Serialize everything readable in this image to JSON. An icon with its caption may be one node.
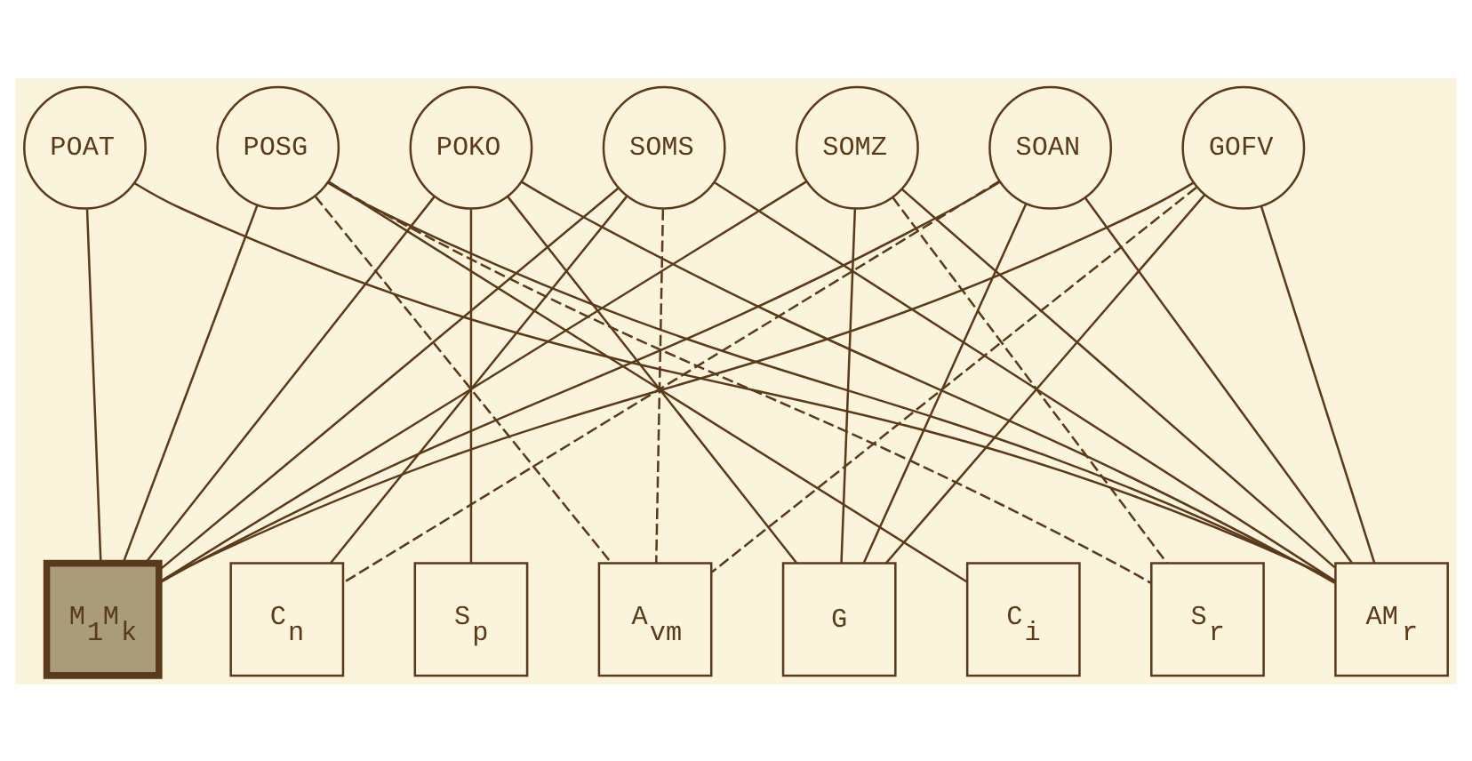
{
  "diagram": {
    "nodes": [
      {
        "text": [
          "POAT"
        ]
      },
      {
        "text": [
          "POSG"
        ]
      },
      {
        "text": [
          "POKO"
        ]
      },
      {
        "text": [
          "SOMS"
        ]
      },
      {
        "text": [
          "SOMZ"
        ]
      },
      {
        "text": [
          "SOAN"
        ]
      },
      {
        "text": [
          "GOFV"
        ]
      },
      {
        "text": [
          "M$_{1}$M$_{k}$"
        ]
      },
      {
        "text": [
          "C$_{n}$"
        ]
      },
      {
        "text": [
          "S$_{p}$"
        ]
      },
      {
        "text": [
          "A$_{vm}$"
        ]
      },
      {
        "text": [
          "G"
        ]
      },
      {
        "text": [
          "C$_{i}$"
        ]
      },
      {
        "text": [
          "S$_{r}$"
        ]
      },
      {
        "text": [
          "AM$_{r}$"
        ]
      }
    ],
    "edges": [
      {
        "from": 0,
        "to": 7,
        "arrow": "none"
      },
      {
        "from": 1,
        "to": 7,
        "arrow": "none"
      },
      {
        "from": 2,
        "to": 7,
        "arrow": "none"
      },
      {
        "from": 3,
        "to": 7,
        "arrow": "none"
      },
      {
        "from": 4,
        "to": 7,
        "arrow": "none"
      },
      {
        "from": 5,
        "to": 7,
        "arrow": "none"
      },
      {
        "from": 6,
        "to": 7,
        "arrow": "none"
      },
      {
        "from": 3,
        "to": 8,
        "arrow": "none"
      },
      {
        "from": 5,
        "to": 8,
        "arrow": "none",
        "style": "dashed"
      },
      {
        "from": 2,
        "to": 9,
        "arrow": "none"
      },
      {
        "from": 1,
        "to": 10,
        "arrow": "none",
        "style": "dashed"
      },
      {
        "from": 3,
        "to": 10,
        "arrow": "none",
        "style": "dashed"
      },
      {
        "from": 6,
        "to": 10,
        "arrow": "none",
        "style": "dashed"
      },
      {
        "from": 2,
        "to": 11,
        "arrow": "none"
      },
      {
        "from": 4,
        "to": 11,
        "arrow": "none"
      },
      {
        "from": 5,
        "to": 11,
        "arrow": "none"
      },
      {
        "from": 6,
        "to": 11,
        "arrow": "none"
      },
      {
        "from": 1,
        "to": 12,
        "arrow": "none"
      },
      {
        "from": 1,
        "to": 13,
        "arrow": "none",
        "style": "dashed"
      },
      {
        "from": 4,
        "to": 13,
        "arrow": "none",
        "style": "dashed"
      },
      {
        "from": 0,
        "to": 14,
        "arrow": "none"
      },
      {
        "from": 1,
        "to": 14,
        "arrow": "none"
      },
      {
        "from": 2,
        "to": 14,
        "arrow": "none"
      },
      {
        "from": 3,
        "to": 14,
        "arrow": "none"
      },
      {
        "from": 4,
        "to": 14,
        "arrow": "none"
      },
      {
        "from": 5,
        "to": 14,
        "arrow": "none"
      },
      {
        "from": 6,
        "to": 14,
        "arrow": "none"
      }
    ]
  }
}
